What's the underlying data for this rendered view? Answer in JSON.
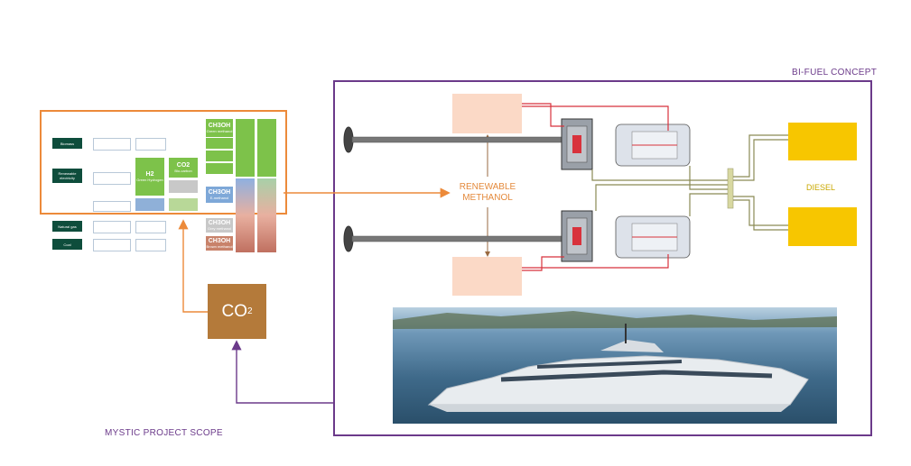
{
  "labels": {
    "bi_fuel": "BI-FUEL CONCEPT",
    "scope": "MYSTIC PROJECT SCOPE",
    "renewable_line1": "RENEWABLE",
    "renewable_line2": "METHANOL",
    "diesel": "DIESEL",
    "co2": "CO",
    "co2_sub": "2"
  },
  "flow": {
    "sources": [
      "Biomass",
      "Renewable electricity",
      "Natural gas",
      "Coal"
    ],
    "green_h2": {
      "title": "H2",
      "sub": "Green Hydrogen"
    },
    "green_co2": {
      "title": "CO2",
      "sub": "Bio-carbon"
    },
    "ch3oh_top": {
      "title": "CH3OH",
      "sub": "Green methanol"
    },
    "ch3oh_mid": {
      "title": "CH3OH",
      "sub": "E-methanol"
    },
    "ch3oh_gray": {
      "title": "CH3OH",
      "sub": "Grey methanol"
    },
    "ch3oh_brown": {
      "title": "CH3OH",
      "sub": "Brown methanol"
    }
  },
  "colors": {
    "scope_orange": "#ec8a3a",
    "concept_purple": "#6b3a8a",
    "methanol_tank": "#fbd9c6",
    "diesel_tank": "#f7c600",
    "co2_box": "#b47a3a",
    "red_line": "#d8323c",
    "olive_line": "#8a8a55"
  }
}
